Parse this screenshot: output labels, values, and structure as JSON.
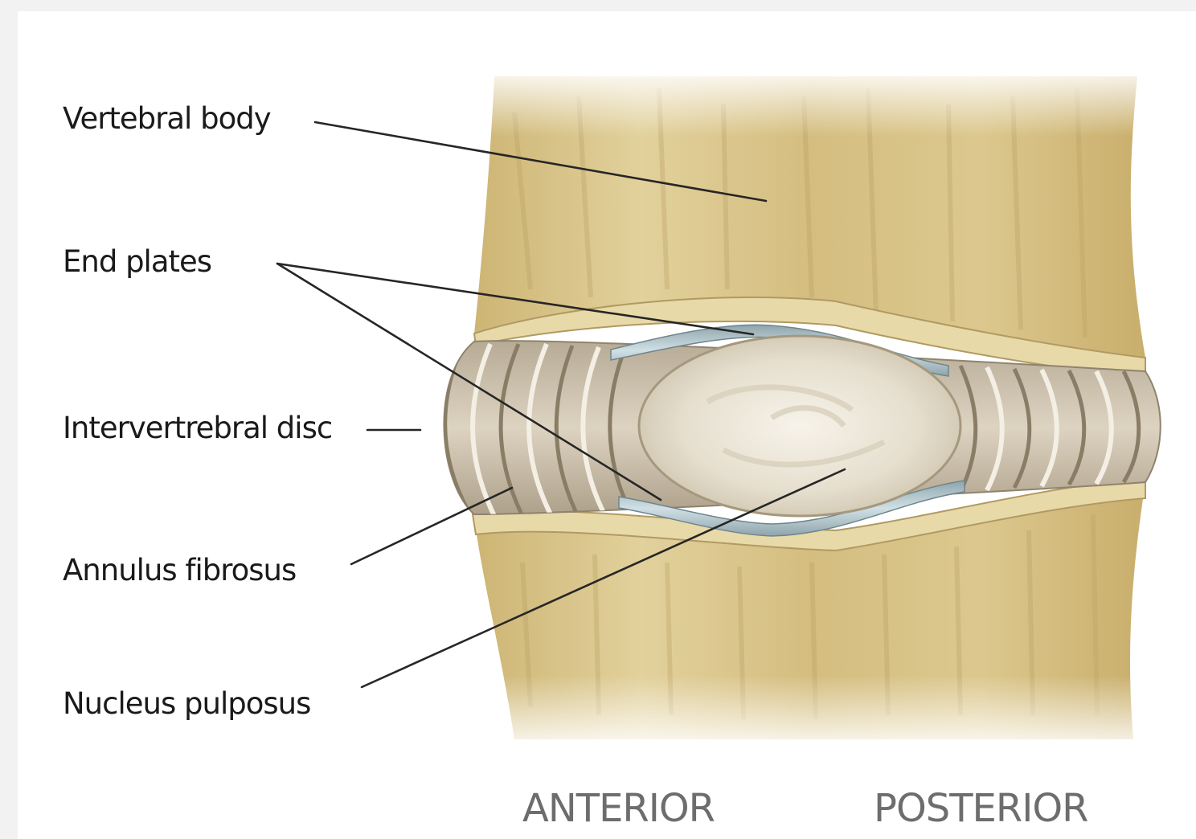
{
  "labels": {
    "vertebral_body": "Vertebral body",
    "end_plates": "End plates",
    "intervertebral_disc": "Intervertrebral disc",
    "annulus_fibrosus": "Annulus fibrosus",
    "nucleus_pulposus": "Nucleus pulposus"
  },
  "orientation": {
    "anterior": "ANTERIOR",
    "posterior": "POSTERIOR"
  },
  "colors": {
    "bone": "#d8c48a",
    "bone_dark": "#b89a5a",
    "end_plate": "#b8cdd4",
    "annulus": "#cfc4b0",
    "nucleus": "#ece6d8",
    "text": "#1a1a1a",
    "orientation_text": "#6d6d6d"
  }
}
